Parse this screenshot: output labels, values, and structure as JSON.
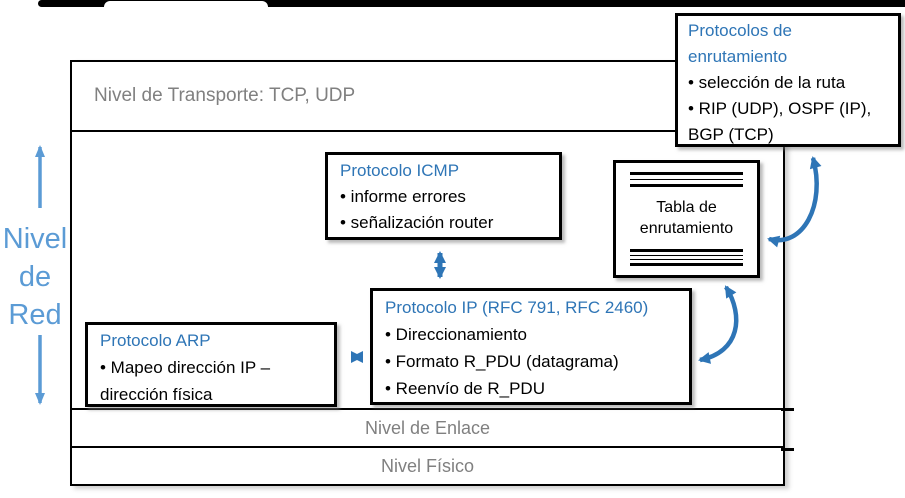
{
  "left_label": {
    "lines": [
      "Nivel",
      "de",
      "Red"
    ]
  },
  "layers": {
    "transport": {
      "label": "Nivel de Transporte: TCP, UDP"
    },
    "enlace": {
      "label": "Nivel de Enlace"
    },
    "fisico": {
      "label": "Nivel Físico"
    }
  },
  "boxes": {
    "icmp": {
      "title": "Protocolo ICMP",
      "bullets": [
        "• informe errores",
        "• señalización router"
      ]
    },
    "routing_protocols": {
      "title": "Protocolos de enrutamiento",
      "bullets": [
        "• selección de la ruta",
        "• RIP (UDP), OSPF (IP), BGP (TCP)"
      ]
    },
    "routing_table": {
      "label": "Tabla de enrutamiento"
    },
    "ip": {
      "title": "Protocolo IP (RFC 791, RFC 2460)",
      "bullets": [
        "• Direccionamiento",
        "• Formato R_PDU (datagrama)",
        "• Reenvío de R_PDU"
      ]
    },
    "arp": {
      "title": "Protocolo ARP",
      "bullets": [
        "• Mapeo dirección IP – dirección física"
      ]
    }
  },
  "colors": {
    "arrow_blue": "#2E75B6",
    "light_blue": "#5B9BD5",
    "title_blue": "#2E75B6",
    "gray_text": "#808080",
    "border": "#000000"
  }
}
